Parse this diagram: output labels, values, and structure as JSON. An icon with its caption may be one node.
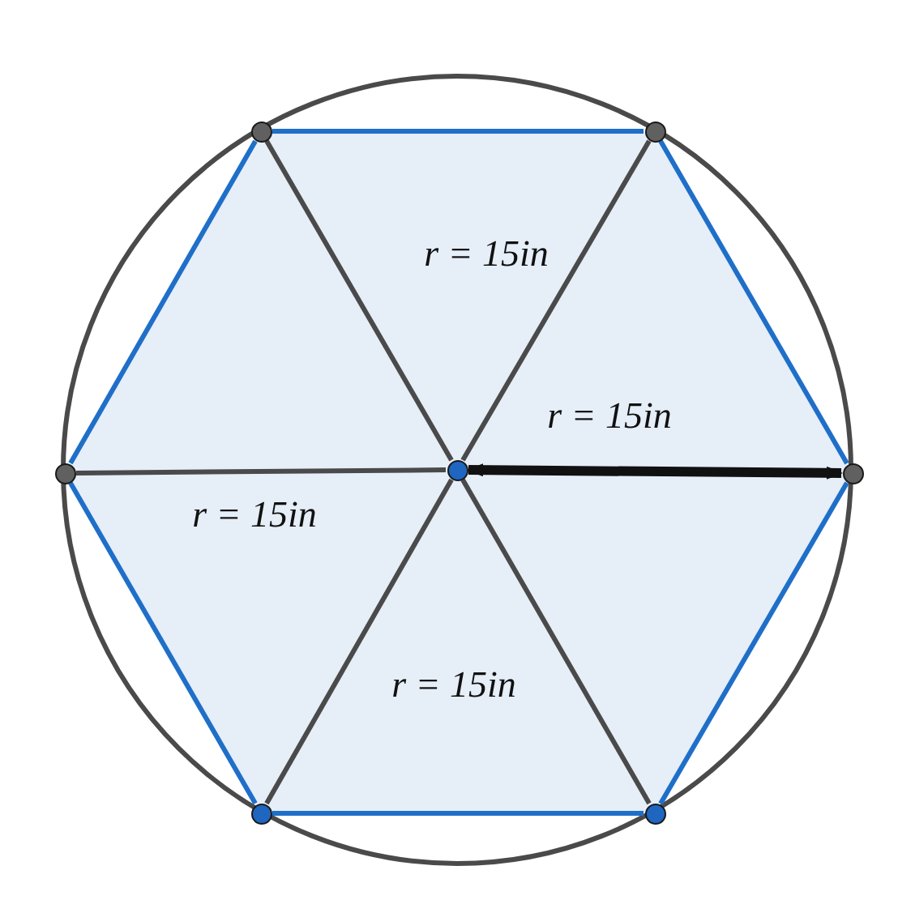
{
  "diagram": {
    "nodes": [
      {
        "text": [],
        "shape": "circle"
      },
      {
        "text": [],
        "shape": "circle"
      },
      {
        "text": [],
        "shape": "circle"
      },
      {
        "text": [],
        "shape": "circle"
      },
      {
        "text": [],
        "shape": "circle"
      },
      {
        "text": [],
        "shape": "circle"
      },
      {
        "text": [],
        "shape": "circle"
      }
    ],
    "edges": [
      {
        "from": 0,
        "to": 1,
        "arrow": "none"
      },
      {
        "from": 1,
        "to": 4,
        "arrow": "none"
      },
      {
        "from": 4,
        "to": 6,
        "arrow": "none"
      },
      {
        "from": 6,
        "to": 5,
        "arrow": "none"
      },
      {
        "from": 5,
        "to": 2,
        "arrow": "none"
      },
      {
        "from": 2,
        "to": 0,
        "arrow": "none"
      },
      {
        "from": 3,
        "to": 0,
        "arrow": "none",
        "color": "#4a4a4a"
      },
      {
        "from": 3,
        "to": 1,
        "arrow": "none",
        "color": "#4a4a4a"
      },
      {
        "from": 3,
        "to": 2,
        "arrow": "none",
        "color": "#4a4a4a"
      },
      {
        "from": 3,
        "to": 5,
        "arrow": "none",
        "color": "#4a4a4a"
      },
      {
        "from": 3,
        "to": 6,
        "arrow": "none",
        "color": "#4a4a4a"
      },
      {
        "from": 3,
        "to": 4,
        "arrow": "both",
        "style": "thick",
        "color": "#111111"
      }
    ],
    "labels": [
      "r = 15in",
      "r = 15in",
      "r = 15in",
      "r = 15in"
    ]
  }
}
